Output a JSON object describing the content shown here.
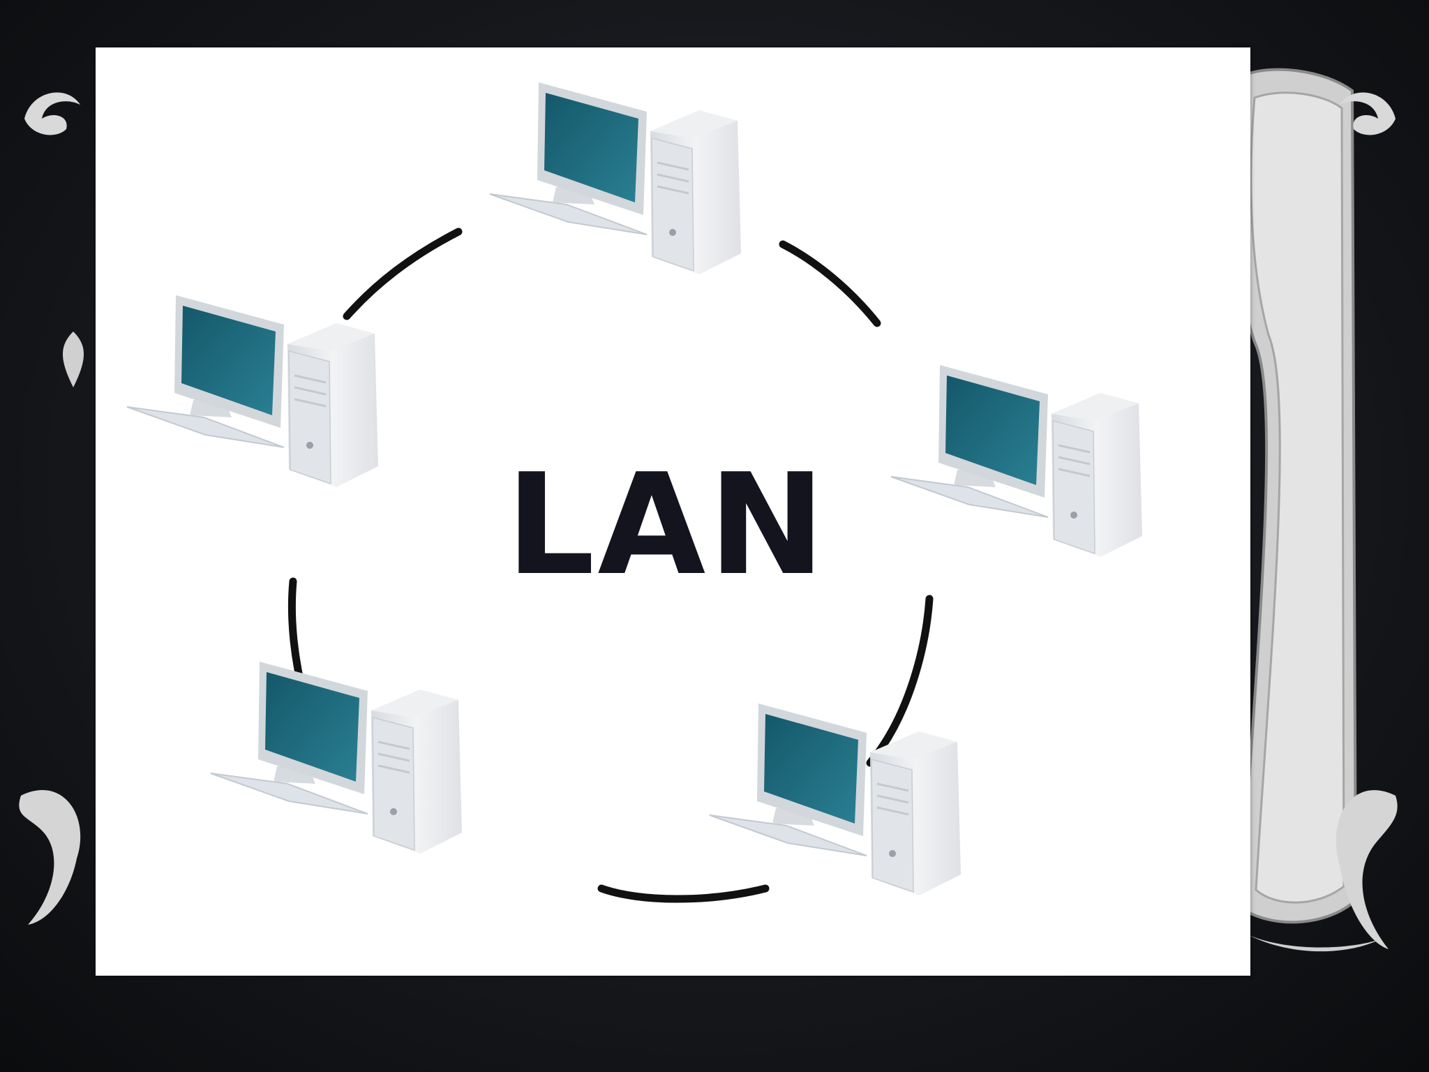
{
  "diagram": {
    "center_label": "LAN",
    "topology": "ring",
    "nodes": [
      {
        "name": "computer-top",
        "icon": "desktop-computer-icon"
      },
      {
        "name": "computer-right",
        "icon": "desktop-computer-icon"
      },
      {
        "name": "computer-bottom-right",
        "icon": "desktop-computer-icon"
      },
      {
        "name": "computer-bottom-left",
        "icon": "desktop-computer-icon"
      },
      {
        "name": "computer-left",
        "icon": "desktop-computer-icon"
      }
    ],
    "colors": {
      "ring": "#111111",
      "screen": "#1d6678",
      "case": "#e6e8ec",
      "label": "#14141f",
      "background": "#16181c"
    }
  }
}
